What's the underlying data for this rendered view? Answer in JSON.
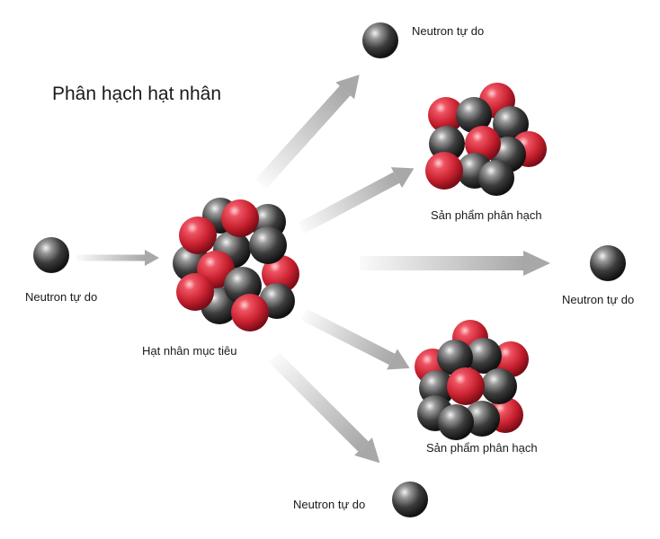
{
  "title": "Phân hạch hạt nhân",
  "labels": {
    "incoming_neutron": "Neutron tự do",
    "target_nucleus": "Hạt nhân mục tiêu",
    "product_top": "Sản phẩm phân hạch",
    "product_bottom": "Sản phẩm phân hạch",
    "neutron_top": "Neutron tự do",
    "neutron_right": "Neutron tự do",
    "neutron_bottom": "Neutron tự do"
  },
  "colors": {
    "proton": "#d92b3a",
    "neutron": "#3a3a3a",
    "arrow": "#a8a8a8"
  }
}
